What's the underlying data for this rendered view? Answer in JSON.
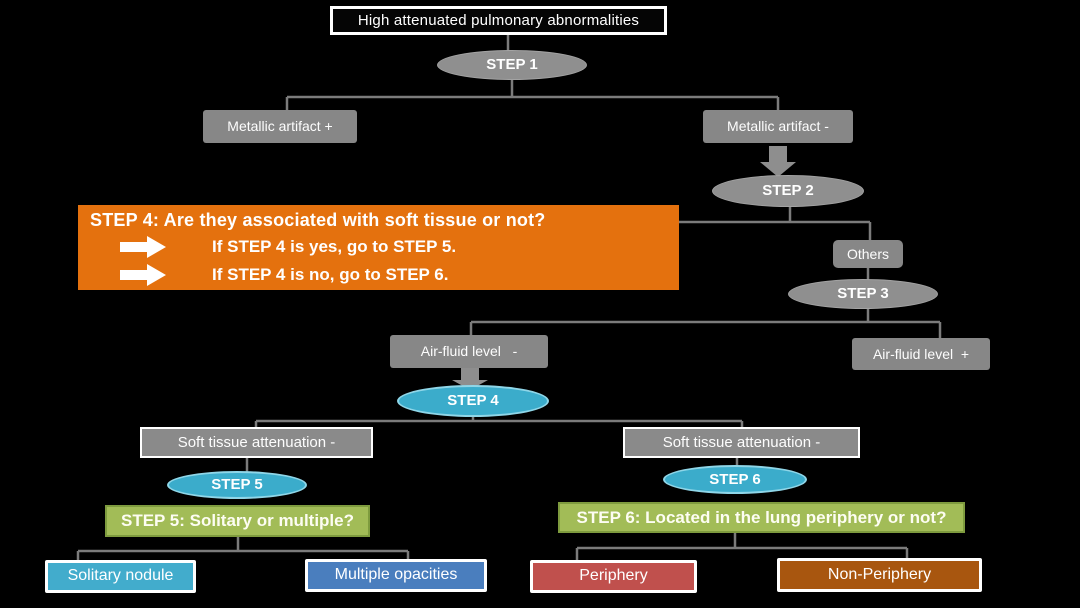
{
  "slide": {
    "title": "High attenuated pulmonary abnormalities"
  },
  "steps": {
    "step1": "STEP 1",
    "step2": "STEP 2",
    "step3": "STEP 3",
    "step4": "STEP 4",
    "step5": "STEP 5",
    "step6": "STEP 6"
  },
  "branches": {
    "metallic_plus": "Metallic artifact +",
    "metallic_minus": "Metallic artifact -",
    "others": "Others",
    "air_fluid_minus": "Air-fluid level   -",
    "air_fluid_plus": "Air-fluid level  +",
    "soft_tissue_left": "Soft tissue attenuation -",
    "soft_tissue_right": "Soft tissue attenuation -"
  },
  "callout": {
    "question": "STEP 4: Are they associated with soft tissue or not?",
    "rule_yes": "If STEP 4 is yes, go to STEP 5.",
    "rule_no": "If STEP 4 is no, go to STEP 6."
  },
  "questions": {
    "step5": "STEP 5: Solitary or multiple?",
    "step6": "STEP 6: Located in the lung periphery or not?"
  },
  "outcomes": {
    "solitary": "Solitary nodule",
    "multiple": "Multiple opacities",
    "periphery": "Periphery",
    "non_periphery": "Non-Periphery"
  },
  "colors": {
    "background": "#000000",
    "node_gray": "#878787",
    "connector_gray": "#7B7B7B",
    "callout_orange": "#E4710E",
    "step_teal": "#3BACCB",
    "question_green": "#A2BC57",
    "question_green_border": "#7E9B3E",
    "solitary_teal": "#42ACCC",
    "multiple_blue": "#4A7EBE",
    "periphery_red": "#C0504D",
    "non_periphery_brown": "#A8560F"
  }
}
